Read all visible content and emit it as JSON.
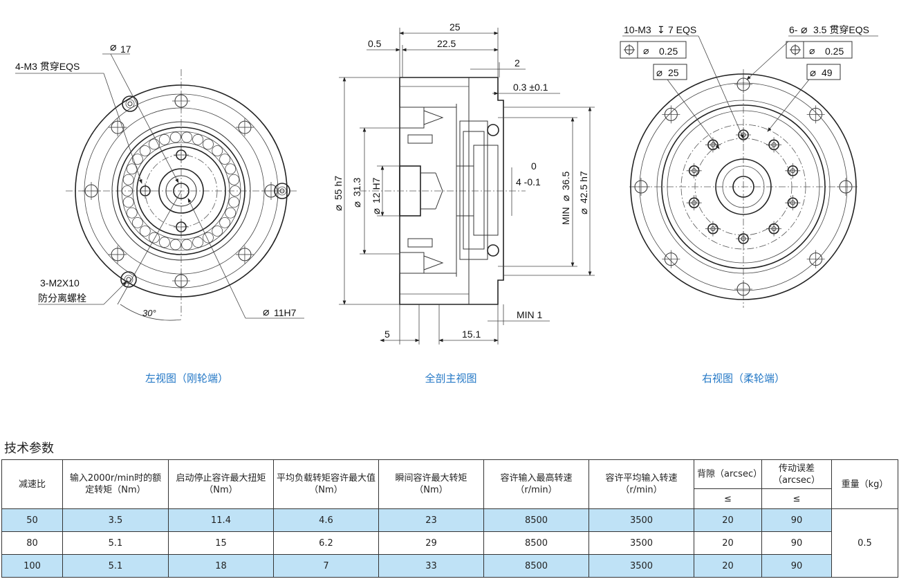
{
  "left_view": {
    "labels": {
      "phi17": "17",
      "holes_4m3": "4-M3 贯穿EQS",
      "bolts_line1": "3-M2X10",
      "bolts_line2": "防分离螺栓",
      "angle": "30°",
      "phi11h7": "11H7"
    },
    "caption": "左视图（刚轮端）"
  },
  "section_view": {
    "labels": {
      "d25": "25",
      "d05": "0.5",
      "d225": "22.5",
      "d2": "2",
      "d03": "0.3 ±0.1",
      "d55h7": "55 h7",
      "d313": "31.3",
      "d12h7": "12 H7",
      "tol_upper": "0",
      "tol_lower": "4 -0.1",
      "min365": "MIN",
      "d365": "36.5",
      "d425h7": "42.5 h7",
      "d5": "5",
      "d151": "15.1",
      "min1": "MIN 1"
    },
    "caption": "全剖主视图"
  },
  "right_view": {
    "labels": {
      "holes_10m3": "10-M3",
      "depth": "7 EQS",
      "holes_6": "6-",
      "holes_6_dim": "3.5 贯穿EQS",
      "tol_left": "0.25",
      "tol_right": "0.25",
      "phi25": "25",
      "phi49": "49"
    },
    "caption": "右视图（柔轮端）"
  },
  "spec": {
    "title": "技术参数",
    "headers": {
      "ratio": "减速比",
      "rated_torque": "输入2000r/min时的额定转矩（Nm）",
      "start_stop_torque": "启动停止容许最大扭矩（Nm）",
      "avg_load_torque": "平均负载转矩容许最大值（Nm）",
      "momentary_torque": "瞬间容许最大转矩（Nm）",
      "max_input_speed": "容许输入最高转速（r/min）",
      "avg_input_speed": "容许平均输入转速（r/min）",
      "backlash": "背隙（arcsec）",
      "trans_error": "传动误差（arcsec）",
      "weight": "重量（kg）",
      "backlash_sub": "≤",
      "trans_error_sub": "≤"
    },
    "rows": [
      {
        "ratio": "50",
        "rated": "3.5",
        "start_stop": "11.4",
        "avg_load": "4.6",
        "momentary": "23",
        "max_in": "8500",
        "avg_in": "3500",
        "backlash": "20",
        "error": "90"
      },
      {
        "ratio": "80",
        "rated": "5.1",
        "start_stop": "15",
        "avg_load": "6.2",
        "momentary": "29",
        "max_in": "8500",
        "avg_in": "3500",
        "backlash": "20",
        "error": "90"
      },
      {
        "ratio": "100",
        "rated": "5.1",
        "start_stop": "18",
        "avg_load": "7",
        "momentary": "33",
        "max_in": "8500",
        "avg_in": "3500",
        "backlash": "20",
        "error": "90"
      }
    ],
    "weight": "0.5",
    "highlight_color": "#bfe2f6"
  }
}
